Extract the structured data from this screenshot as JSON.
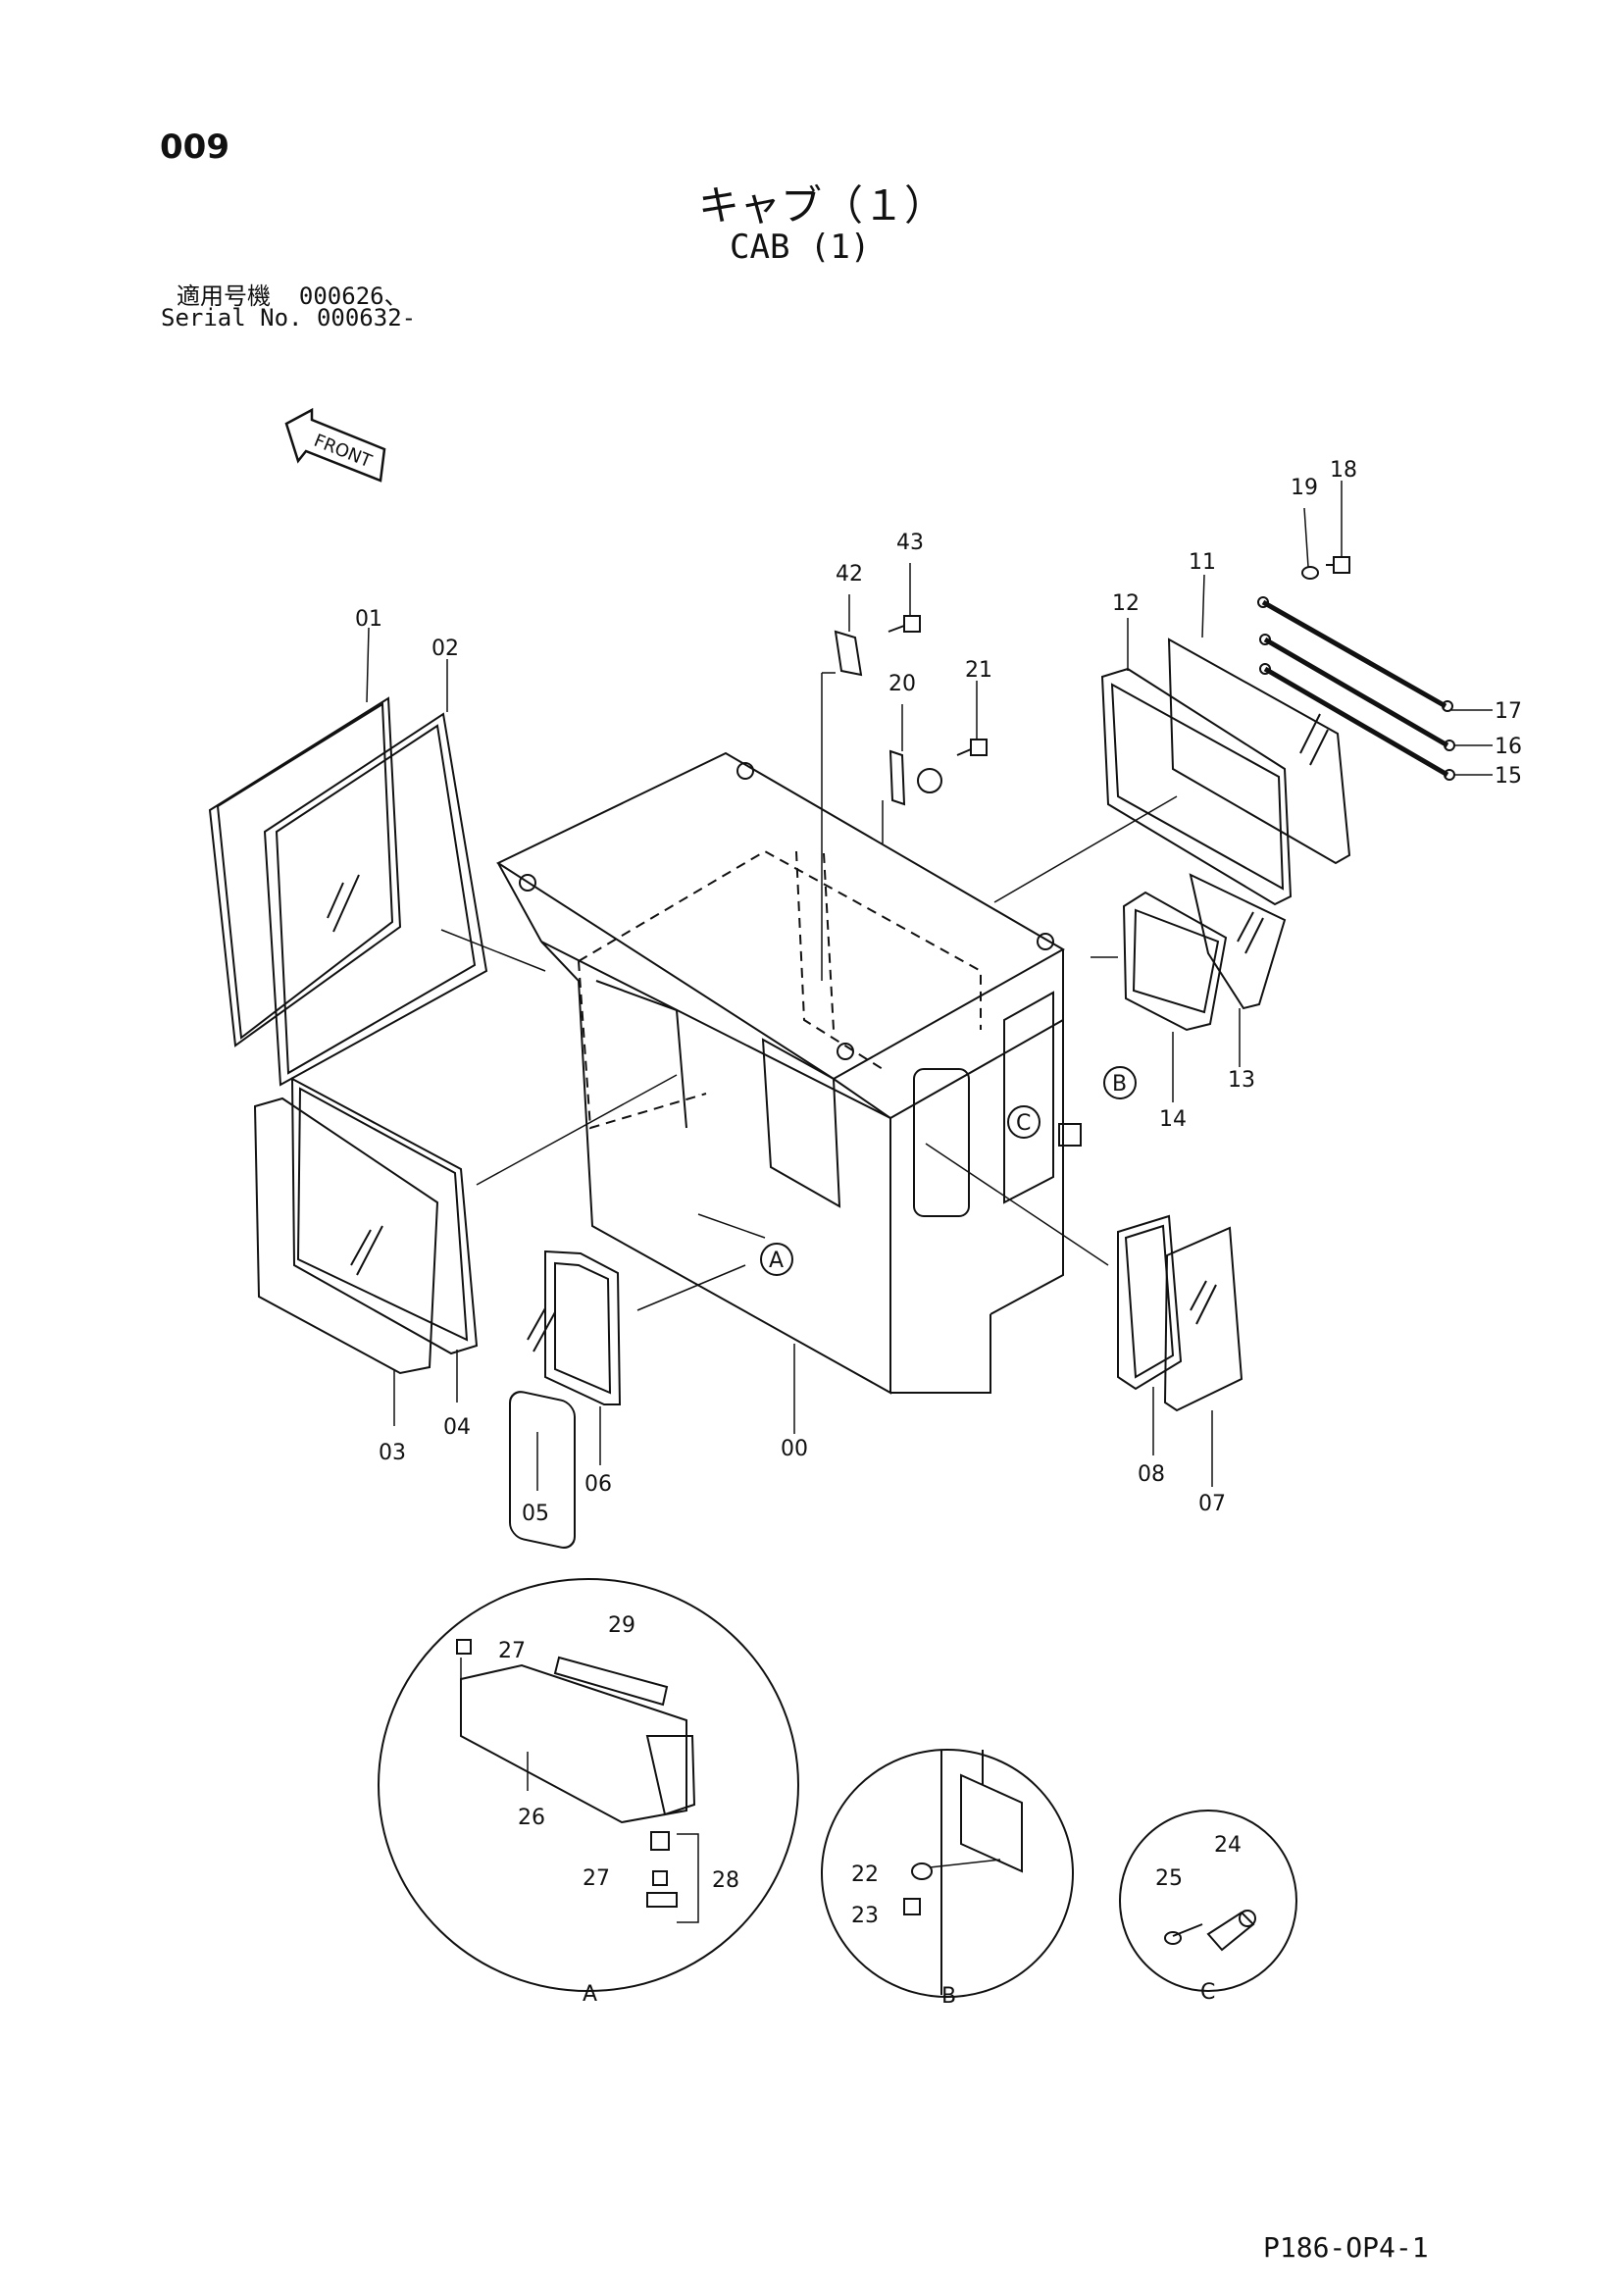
{
  "page_number": "009",
  "title_jp": "キャブ（１）",
  "title_en": "CAB (1)",
  "serial_label_jp": "適用号機",
  "serial_value_1": "000626、",
  "serial_label_en": "Serial No.",
  "serial_value_2": "000632-",
  "front_label": "FRONT",
  "reference_code": "P186-OP4-1",
  "part_numbers": [
    "00",
    "01",
    "02",
    "03",
    "04",
    "05",
    "06",
    "07",
    "08",
    "11",
    "12",
    "13",
    "14",
    "15",
    "16",
    "17",
    "18",
    "19",
    "20",
    "21",
    "42",
    "43"
  ],
  "detail_parts_a": [
    "26",
    "27",
    "27",
    "28",
    "29"
  ],
  "detail_parts_b": [
    "22",
    "23"
  ],
  "detail_parts_c": [
    "24",
    "25"
  ],
  "callouts": [
    "A",
    "B",
    "C"
  ],
  "detail_labels": [
    "A",
    "B",
    "C"
  ]
}
